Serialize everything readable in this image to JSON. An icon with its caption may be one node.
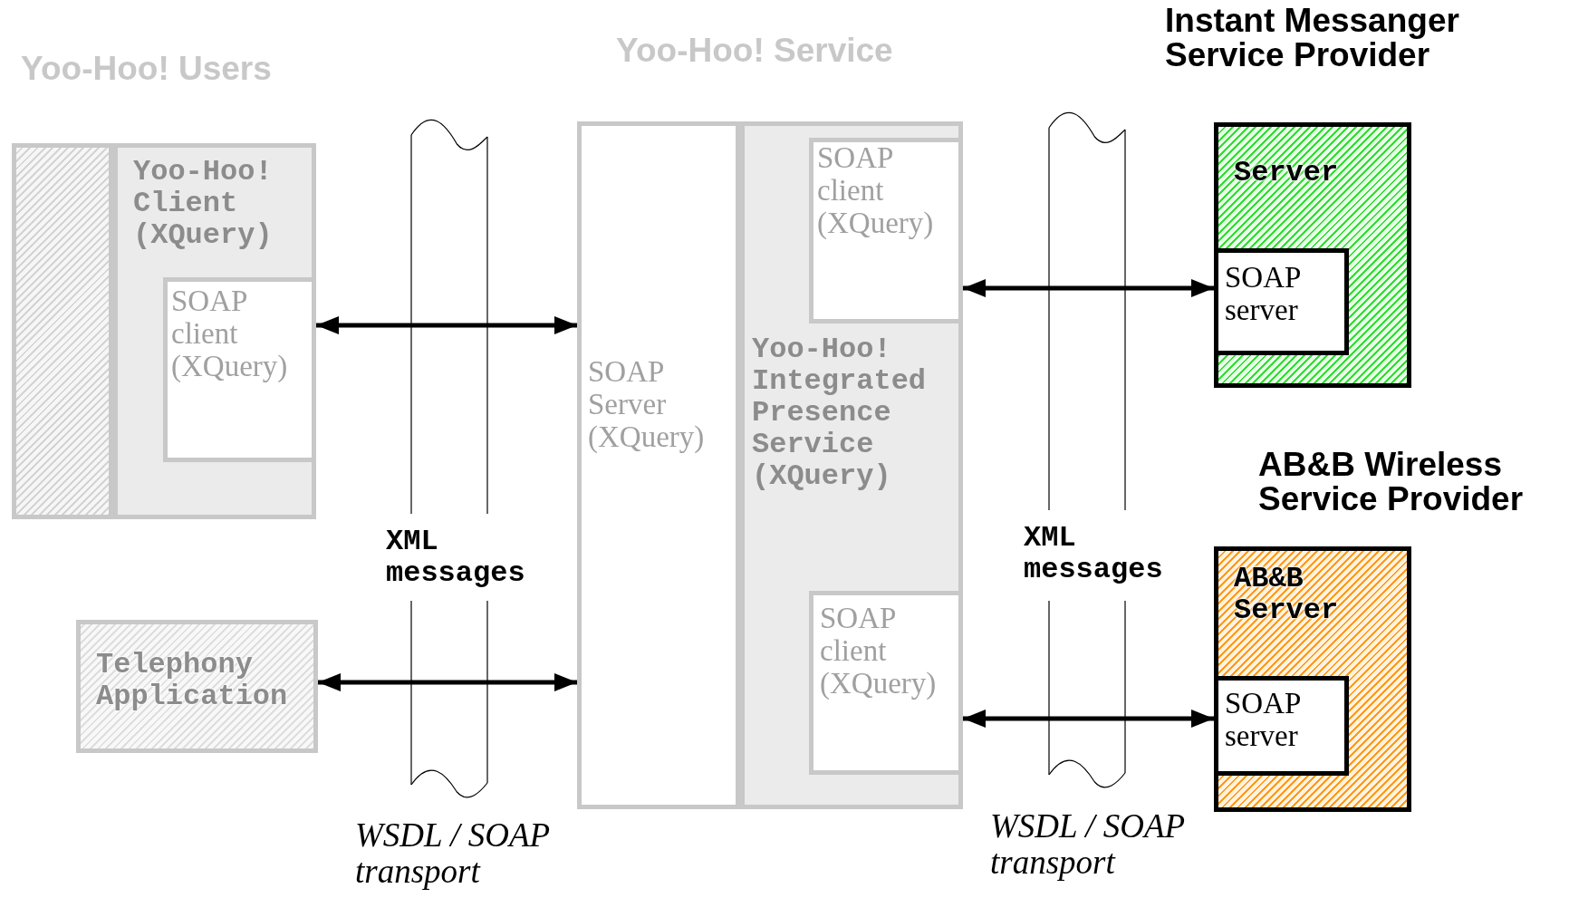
{
  "diagram": {
    "nodes": [
      {
        "text": [
          "Yoo-Hoo! Users"
        ]
      },
      {
        "text": [],
        "shape": "box",
        "in": 0
      },
      {
        "text": [
          "Yoo-Hoo! Client (XQuery)"
        ],
        "in": 0
      },
      {
        "text": [
          "SOAP client (XQuery)"
        ],
        "in": 2
      },
      {
        "text": [
          "Telephony Application"
        ]
      },
      {
        "text": [
          "Yoo-Hoo! Service"
        ]
      },
      {
        "text": [
          "SOAP Server (XQuery)"
        ],
        "in": 5
      },
      {
        "text": [
          "Yoo-Hoo! Integrated Presence Service (XQuery)"
        ],
        "in": 5
      },
      {
        "text": [
          "SOAP client (XQuery)"
        ],
        "in": 7
      },
      {
        "text": [
          "SOAP client (XQuery)"
        ],
        "in": 7
      },
      {
        "text": [
          "Server"
        ]
      },
      {
        "text": [
          "SOAP server"
        ],
        "in": 10
      },
      {
        "text": [
          "AB&B Server"
        ]
      },
      {
        "text": [
          "SOAP server"
        ],
        "in": 12
      }
    ],
    "edges": [
      {
        "from": 3,
        "to": 6,
        "arrow": "both"
      },
      {
        "from": 4,
        "to": 6,
        "arrow": "both"
      },
      {
        "from": 8,
        "to": 11,
        "arrow": "both"
      },
      {
        "from": 9,
        "to": 13,
        "arrow": "both"
      }
    ],
    "labels": [
      "Instant Messanger Service Provider",
      "AB&B Wireless Service Provider",
      "XML messages",
      "XML messages",
      "WSDL / SOAP transport",
      "WSDL / SOAP transport"
    ]
  }
}
